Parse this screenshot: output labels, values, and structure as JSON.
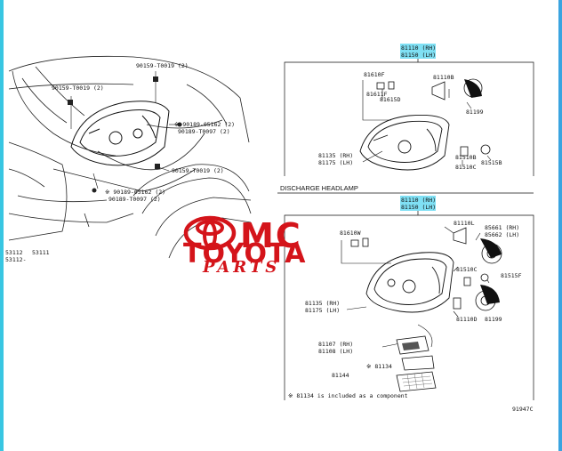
{
  "colors": {
    "brand": "#d4141a",
    "highlight": "#7fe0f4",
    "frame_edge": "#38c6e2"
  },
  "logo": {
    "mc": "MC",
    "toyota": "TOYOTA",
    "parts": "PARTS"
  },
  "left_assembly": {
    "labels": [
      "90159-T0019 (2)",
      "90159-T0019 (2)",
      "※ 90189-05162 (2)",
      "90189-T0097 (2)",
      "90159-T0019 (2)",
      "※ 90189-05162 (2)",
      "90189-T0097 (2)",
      "53112",
      "53111",
      "53112-"
    ]
  },
  "top_group": {
    "part_numbers": [
      "81110 (RH)",
      "81150 (LH)"
    ],
    "labels": [
      "81610F",
      "81611F",
      "81615D",
      "81110B",
      "81199",
      "81135 (RH)",
      "81175 (LH)",
      "81510B",
      "81510C",
      "81515B"
    ]
  },
  "bottom_group": {
    "title": "DISCHARGE HEADLAMP",
    "part_numbers": [
      "81110 (RH)",
      "81150 (LH)"
    ],
    "labels": [
      "81610W",
      "81110L",
      "85661 (RH)",
      "85662 (LH)",
      "81510C",
      "81515F",
      "81135 (RH)",
      "81175 (LH)",
      "81110D",
      "81199",
      "81107 (RH)",
      "81108 (LH)",
      "※ 81134",
      "81144"
    ],
    "note": "※ 81134 is included as a component",
    "ref": "91947C"
  }
}
